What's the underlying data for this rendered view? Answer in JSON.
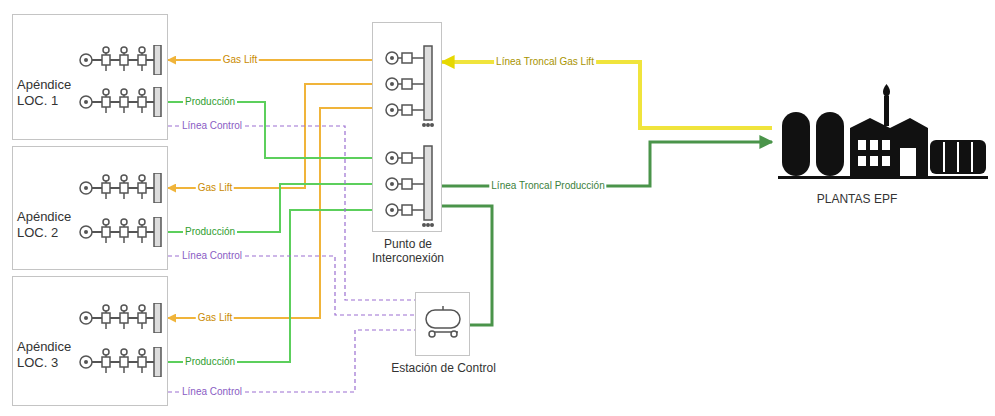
{
  "diagram": {
    "nodes": [
      {
        "text": [
          "Apéndice LOC. 1"
        ]
      },
      {
        "text": [
          "Apéndice LOC. 2"
        ]
      },
      {
        "text": [
          "Apéndice LOC. 3"
        ]
      },
      {
        "text": [
          "Punto de Interconexión"
        ]
      },
      {
        "text": [
          "Estación de Control"
        ]
      },
      {
        "text": [
          "PLANTAS EPF"
        ]
      }
    ],
    "edges": [
      {
        "from": 3,
        "to": 0,
        "arrow": "to",
        "label": "Gas Lift"
      },
      {
        "from": 3,
        "to": 1,
        "arrow": "to",
        "label": "Gas Lift"
      },
      {
        "from": 3,
        "to": 2,
        "arrow": "to",
        "label": "Gas Lift"
      },
      {
        "from": 0,
        "to": 3,
        "arrow": "none",
        "label": "Producción"
      },
      {
        "from": 1,
        "to": 3,
        "arrow": "none",
        "label": "Producción"
      },
      {
        "from": 2,
        "to": 3,
        "arrow": "none",
        "label": "Producción"
      },
      {
        "from": 0,
        "to": 4,
        "arrow": "none",
        "label": "Línea Control"
      },
      {
        "from": 1,
        "to": 4,
        "arrow": "none",
        "label": "Línea Control"
      },
      {
        "from": 2,
        "to": 4,
        "arrow": "none",
        "label": "Línea Control"
      },
      {
        "from": 5,
        "to": 3,
        "arrow": "to",
        "label": "Línea Troncal Gas Lift"
      },
      {
        "from": 3,
        "to": 5,
        "arrow": "to",
        "label": "Línea Troncal Producción"
      },
      {
        "from": 3,
        "to": 4,
        "arrow": "none"
      }
    ]
  }
}
